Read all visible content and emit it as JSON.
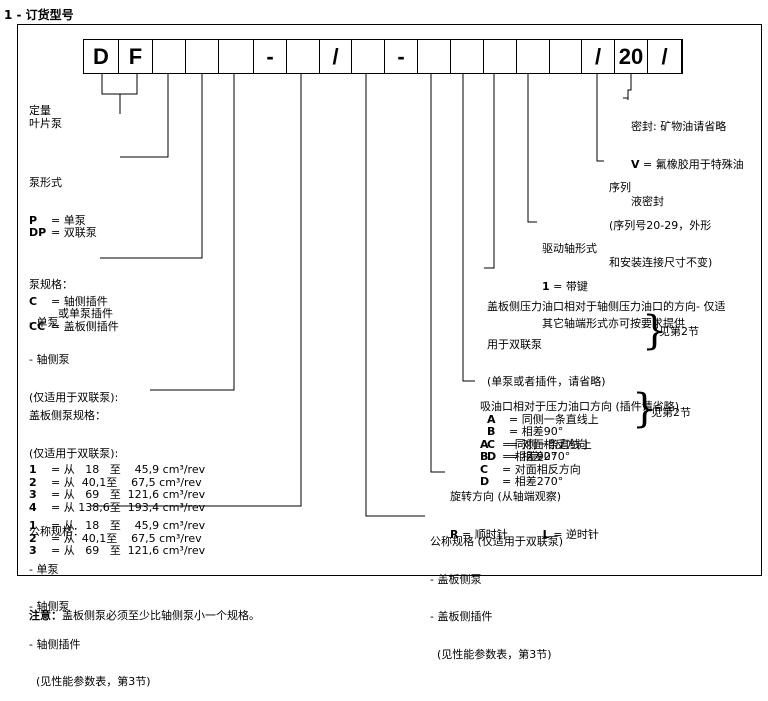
{
  "header": "1 - 订货型号",
  "boxes": [
    "D",
    "F",
    "",
    "",
    "",
    "-",
    "",
    "/",
    "",
    "-",
    "",
    "",
    "",
    "",
    "",
    "/",
    "20",
    "/",
    ""
  ],
  "blocks": {
    "b1": [
      "定量",
      "叶片泵"
    ],
    "b2_title": "泵形式",
    "b2_rows": [
      [
        "P",
        "= 单泵"
      ],
      [
        "DP",
        "= 双联泵"
      ]
    ],
    "b2_rows2": [
      [
        "C",
        "= 轴侧插件"
      ],
      [
        "",
        "  或单泵插件"
      ],
      [
        "CC",
        "= 盖板侧插件"
      ]
    ],
    "b3_title": "泵规格：",
    "b3_lines": [
      "- 单泵",
      "- 轴侧泵",
      "(仅适用于双联泵):"
    ],
    "b3_rows": [
      [
        "1",
        "= 从   18   至    45,9 cm³/rev"
      ],
      [
        "2",
        "= 从  40,1至    67,5 cm³/rev"
      ],
      [
        "3",
        "= 从   69   至  121,6 cm³/rev"
      ],
      [
        "4",
        "= 从 138,6至  193,4 cm³/rev"
      ]
    ],
    "b4_title": "盖板侧泵规格：",
    "b4_sub": "(仅适用于双联泵):",
    "b4_rows": [
      [
        "1",
        "= 从   18   至    45,9 cm³/rev"
      ],
      [
        "2",
        "= 从  40,1至    67,5 cm³/rev"
      ],
      [
        "3",
        "= 从   69   至  121,6 cm³/rev"
      ]
    ],
    "b4_note_b": "注意：",
    "b4_note": "盖板侧泵必须至少比轴侧泵小一个规格。",
    "b5": [
      "公称规格：",
      "- 单泵",
      "- 轴侧泵",
      "- 轴侧插件",
      "  (见性能参数表，第3节)"
    ],
    "b6": [
      "公称规格 (仅适用于双联泵)",
      "- 盖板侧泵",
      "- 盖板侧插件",
      "  (见性能参数表，第3节)"
    ],
    "b7_title": "旋转方向 (从轴端观察)",
    "b7_r": "R",
    "b7_r_t": "= 顺时针",
    "b7_l": "L",
    "b7_l_t": "= 逆时针",
    "b8_title": "吸油口相对于压力油口方向 (插件请省略)",
    "b8_rows": [
      [
        "A",
        "= 同侧一条直线上"
      ],
      [
        "B",
        "= 相差90°"
      ],
      [
        "C",
        "= 对面相反方向"
      ],
      [
        "D",
        "= 相差270°"
      ]
    ],
    "b8_see": "见第2节",
    "b9_lines": [
      "盖板侧压力油口相对于轴侧压力油口的方向- 仅适",
      "用于双联泵",
      "(单泵或者插件，请省略)"
    ],
    "b9_rows": [
      [
        "A",
        "= 同侧一条直线上"
      ],
      [
        "B",
        "= 相差90°"
      ],
      [
        "C",
        "= 对面相反方向"
      ],
      [
        "D",
        "= 相差270°"
      ]
    ],
    "b9_see": "见第2节",
    "b10_title": "驱动轴形式",
    "b10_row": [
      "1",
      "= 带键"
    ],
    "b10_note": "其它轴端形式亦可按要求提供",
    "b11": [
      "序列",
      "(序列号20-29，外形",
      "和安装连接尺寸不变)"
    ],
    "b12_l1a": "密封: ",
    "b12_l1b": "矿物油请省略",
    "b12_l2b": "V",
    "b12_l2": " = 氟橡胶用于特殊油",
    "b12_l3": "液密封"
  }
}
